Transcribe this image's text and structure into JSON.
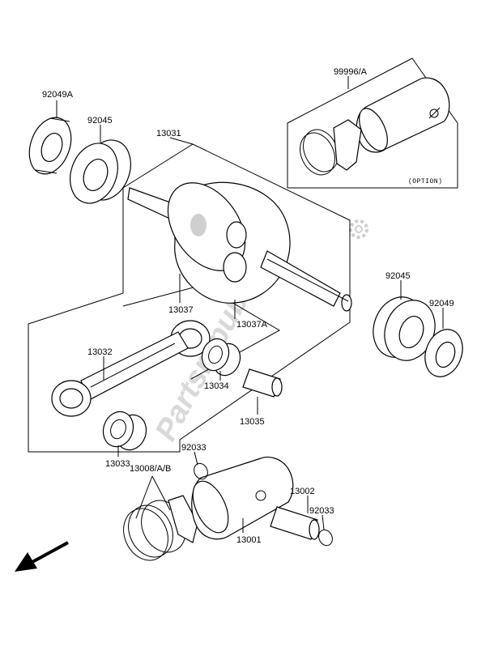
{
  "diagram": {
    "watermark": "Partsrepublik",
    "option_note": "(OPTION)",
    "labels": {
      "p99996a": "99996/A",
      "p92049a": "92049A",
      "p92045_left": "92045",
      "p13031": "13031",
      "p92045_right": "92045",
      "p92049": "92049",
      "p13037": "13037",
      "p13037a": "13037A",
      "p13032": "13032",
      "p13034": "13034",
      "p13035": "13035",
      "p13033": "13033",
      "p92033_top": "92033",
      "p13008ab": "13008/A/B",
      "p13002": "13002",
      "p92033_right": "92033",
      "p13001": "13001"
    },
    "icons": [
      "gear-icon",
      "direction-arrow-icon"
    ]
  }
}
